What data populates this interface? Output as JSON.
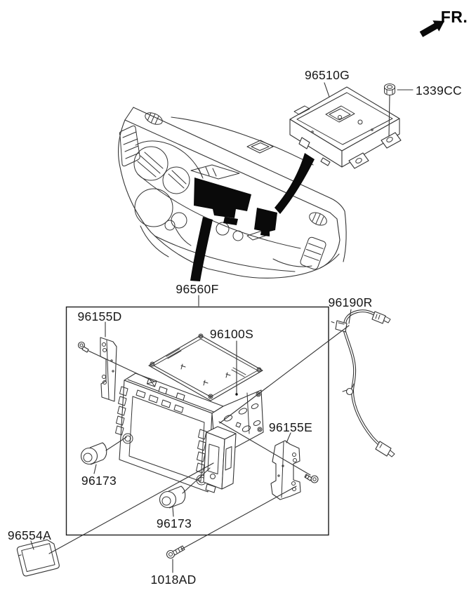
{
  "colors": {
    "background": "#ffffff",
    "line": "#343434",
    "solid_fill": "#0a0a0a",
    "text": "#161616"
  },
  "direction_marker": {
    "label": "FR.",
    "icon": "fr-direction-arrow"
  },
  "parts": [
    {
      "label": "96510G",
      "name": "ecu-module"
    },
    {
      "label": "1339CC",
      "name": "mounting-nut"
    },
    {
      "label": "96560F",
      "name": "audio-head-unit-assembly"
    },
    {
      "label": "96190R",
      "name": "antenna-feeder-cable"
    },
    {
      "label": "96155D",
      "name": "mounting-bracket-left"
    },
    {
      "label": "96100S",
      "name": "top-cover-plate"
    },
    {
      "label": "96155E",
      "name": "mounting-bracket-right"
    },
    {
      "label": "96173",
      "name": "control-knob-left"
    },
    {
      "label": "96173",
      "name": "control-knob-bottom"
    },
    {
      "label": "96554A",
      "name": "external-memory-card"
    },
    {
      "label": "1018AD",
      "name": "mounting-screw"
    }
  ]
}
